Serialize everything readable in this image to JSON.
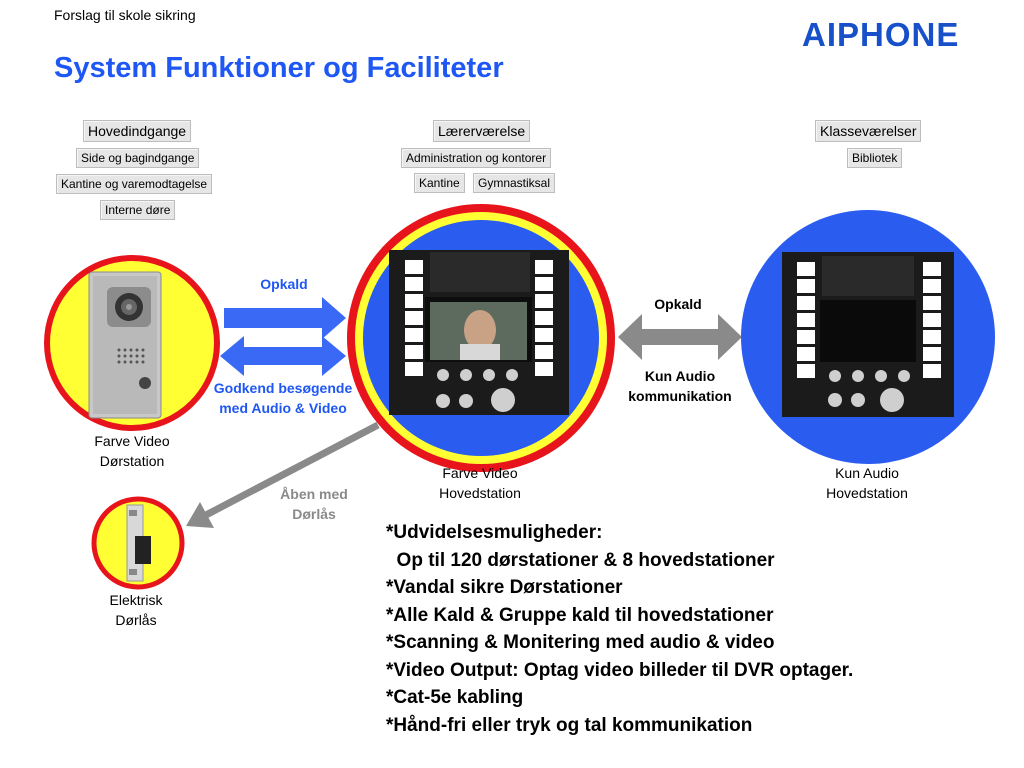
{
  "header": {
    "subtitle": "Forslag til skole sikring",
    "title": "System Funktioner og Faciliteter",
    "logo": "AIPHONE"
  },
  "locations": {
    "left": [
      "Hovedindgange",
      "Side og bagindgange",
      "Kantine og varemodtagelse",
      "Interne døre"
    ],
    "middle": [
      "Lærerværelse",
      "Administration og kontorer",
      "Kantine",
      "Gymnastiksal"
    ],
    "right": [
      "Klasseværelser",
      "Bibliotek"
    ]
  },
  "devices": {
    "door_station": "Farve Video Dørstation",
    "color_master": "Farve Video Hovedstation",
    "audio_master": "Kun Audio Hovedstation",
    "door_lock": "Elektrisk Dørlås"
  },
  "arrows": {
    "call_left": "Opkald",
    "approve": "Godkend besøgende med Audio & Video",
    "unlock": "Åben med Dørlås",
    "call_right": "Opkald",
    "audio_only": "Kun Audio kommunikation"
  },
  "features": [
    "*Udvidelsesmuligheder:",
    "  Op til 120 dørstationer & 8 hovedstationer",
    "*Vandal sikre Dørstationer",
    "*Alle Kald & Gruppe kald til hovedstationer",
    "*Scanning & Monitering med audio & video",
    "*Video Output: Optag video billeder til DVR optager.",
    "*Cat-5e kabling",
    "*Hånd-fri eller tryk og tal kommunikation"
  ],
  "colors": {
    "title_blue": "#1f57f5",
    "yellow": "#ffff33",
    "red": "#e8141c",
    "circle_blue": "#2a5cf0",
    "arrow_blue": "#3a6af5",
    "arrow_gray": "#8a8a8a"
  }
}
